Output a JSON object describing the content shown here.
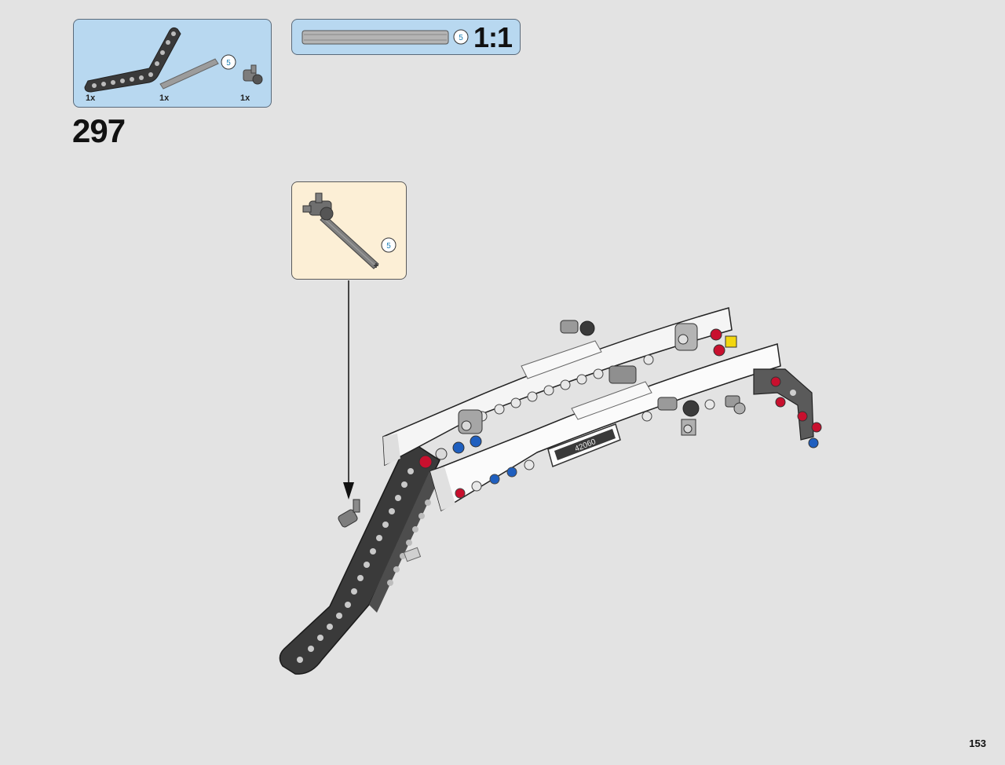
{
  "step": {
    "number": "297"
  },
  "parts_list": {
    "items": [
      {
        "name": "black-angled-beam",
        "quantity": "1x"
      },
      {
        "name": "axle-length-5",
        "quantity": "1x",
        "length_badge": "5"
      },
      {
        "name": "axle-connector",
        "quantity": "1x"
      }
    ]
  },
  "scale_callout": {
    "length_badge": "5",
    "scale_text": "1:1"
  },
  "sub_assembly": {
    "length_badge": "5"
  },
  "model": {
    "label_tile_text": "42060"
  },
  "page": {
    "number": "153"
  },
  "colors": {
    "parts_box_bg": "#b8d8f0",
    "sub_box_bg": "#fcefd6",
    "page_bg": "#e3e3e3",
    "black_beam": "#3a3a3a",
    "white_beam": "#f5f5f5",
    "red_pin": "#c8102e",
    "blue_pin": "#1f5fbf"
  }
}
